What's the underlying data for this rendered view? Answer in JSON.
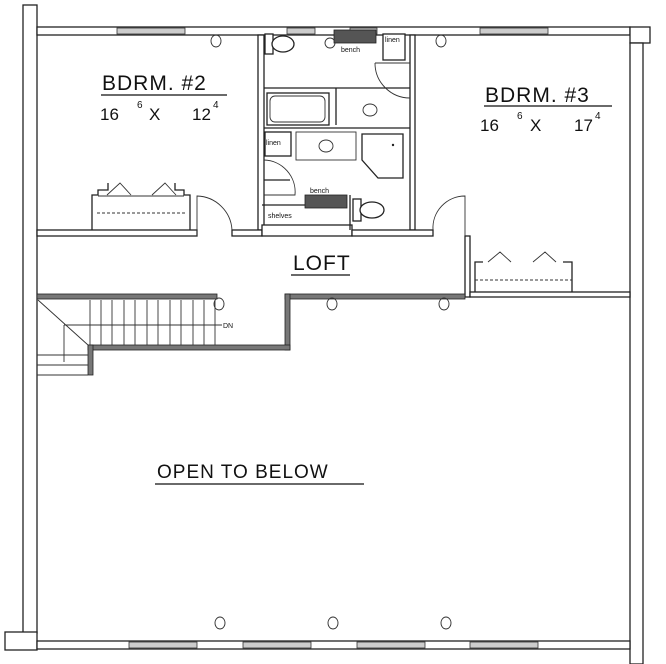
{
  "plan": {
    "rooms": {
      "bdrm2": {
        "name": "BDRM. #2",
        "dim_w": "16",
        "dim_w_in": "6",
        "x": "X",
        "dim_d": "12",
        "dim_d_in": "4"
      },
      "bdrm3": {
        "name": "BDRM. #3",
        "dim_w": "16",
        "dim_w_in": "6",
        "x": "X",
        "dim_d": "17",
        "dim_d_in": "4"
      },
      "loft": {
        "name": "LOFT"
      },
      "open": {
        "name": "OPEN TO BELOW"
      }
    },
    "fixtures": {
      "bench_top": "bench",
      "bench_bottom": "bench",
      "linen_top": "linen",
      "linen_mid": "linen",
      "shelves": "shelves",
      "stair_dir": "DN"
    }
  }
}
